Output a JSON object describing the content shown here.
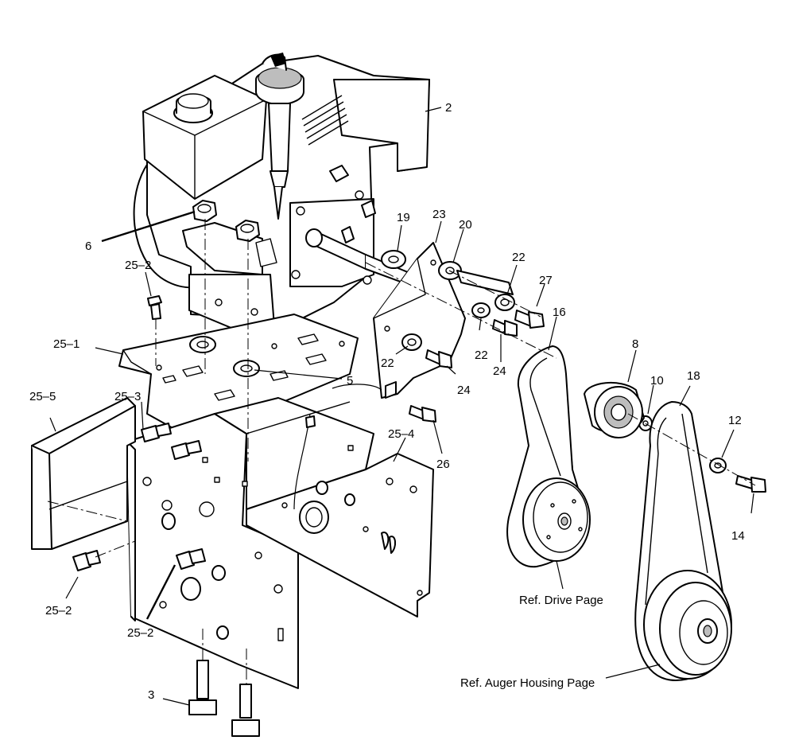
{
  "callouts": {
    "c2": "2",
    "c3": "3",
    "c5": "5",
    "c6": "6",
    "c8": "8",
    "c10": "10",
    "c12": "12",
    "c14": "14",
    "c16": "16",
    "c18": "18",
    "c19": "19",
    "c20": "20",
    "c22a": "22",
    "c22b": "22",
    "c22c": "22",
    "c23": "23",
    "c24a": "24",
    "c24b": "24",
    "c25_1": "25–1",
    "c25_2a": "25–2",
    "c25_2b": "25–2",
    "c25_2c": "25–2",
    "c25_3": "25–3",
    "c25_4": "25–4",
    "c25_5": "25–5",
    "c26": "26",
    "c27": "27"
  },
  "references": {
    "drive": "Ref. Drive Page",
    "auger": "Ref. Auger Housing Page"
  },
  "colors": {
    "line": "#000000",
    "fill": "#ffffff",
    "shade": "#bdbdbd"
  }
}
